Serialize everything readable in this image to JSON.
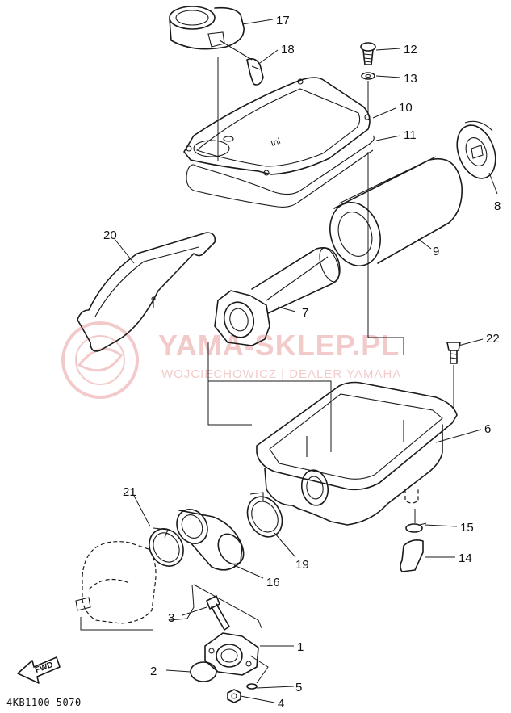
{
  "diagram_code": "4KB1100-5070",
  "fwd_label": "FWD",
  "watermark": {
    "brand": "YAMA-SKLEP.PL",
    "tagline": "WOJCIECHOWICZ | DEALER YAMAHA",
    "color": "#e8a0a0"
  },
  "parts": [
    {
      "id": "p1",
      "number": "1"
    },
    {
      "id": "p2",
      "number": "2"
    },
    {
      "id": "p3",
      "number": "3"
    },
    {
      "id": "p4",
      "number": "4"
    },
    {
      "id": "p5",
      "number": "5"
    },
    {
      "id": "p6",
      "number": "6"
    },
    {
      "id": "p7",
      "number": "7"
    },
    {
      "id": "p8",
      "number": "8"
    },
    {
      "id": "p9",
      "number": "9"
    },
    {
      "id": "p10",
      "number": "10"
    },
    {
      "id": "p11",
      "number": "11"
    },
    {
      "id": "p12",
      "number": "12"
    },
    {
      "id": "p13",
      "number": "13"
    },
    {
      "id": "p14",
      "number": "14"
    },
    {
      "id": "p15",
      "number": "15"
    },
    {
      "id": "p16",
      "number": "16"
    },
    {
      "id": "p17",
      "number": "17"
    },
    {
      "id": "p18",
      "number": "18"
    },
    {
      "id": "p19",
      "number": "19"
    },
    {
      "id": "p20",
      "number": "20"
    },
    {
      "id": "p21",
      "number": "21"
    },
    {
      "id": "p22",
      "number": "22"
    }
  ]
}
